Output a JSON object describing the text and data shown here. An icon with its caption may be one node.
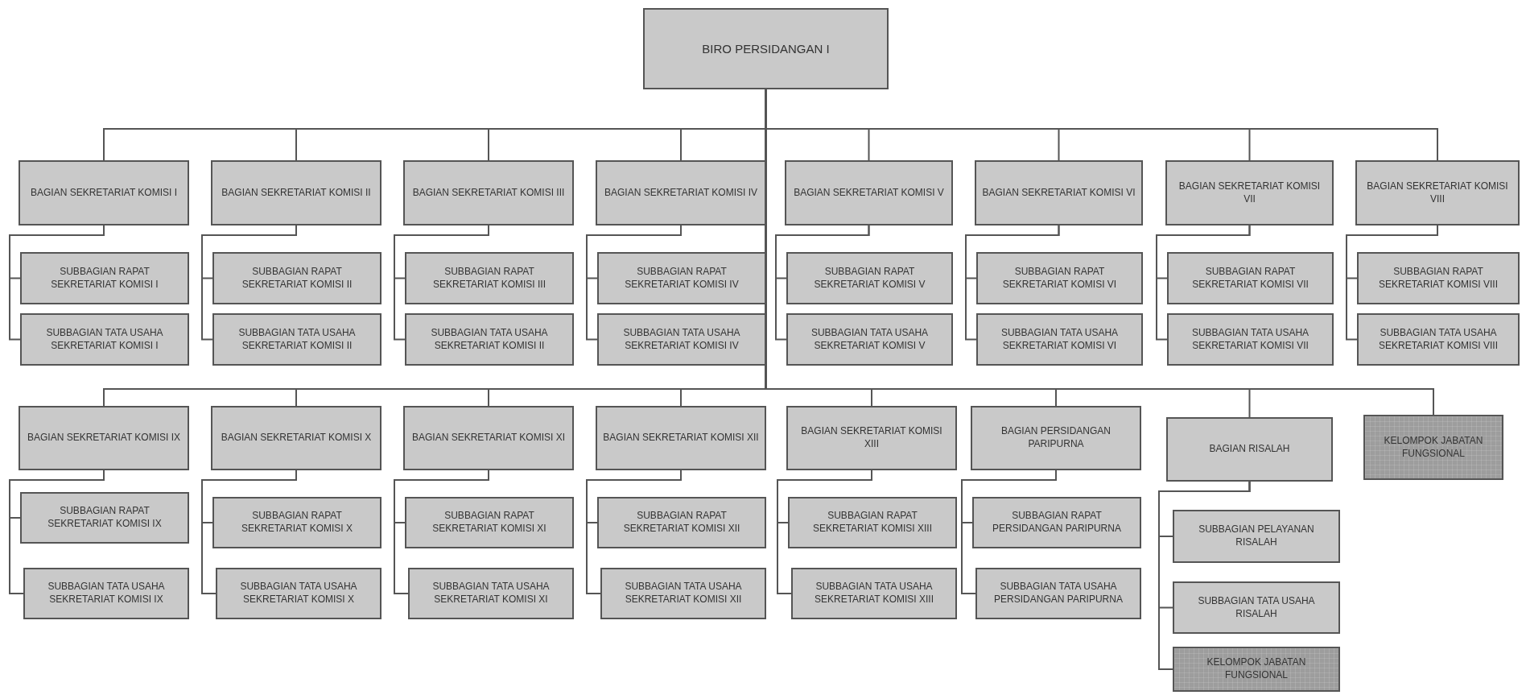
{
  "diagram": {
    "nodes": [
      {
        "text": [
          "BIRO PERSIDANGAN I"
        ]
      },
      {
        "text": [
          "BAGIAN SEKRETARIAT KOMISI I"
        ]
      },
      {
        "text": [
          "SUBBAGIAN RAPAT SEKRETARIAT KOMISI I"
        ]
      },
      {
        "text": [
          "SUBBAGIAN TATA USAHA SEKRETARIAT KOMISI I"
        ]
      },
      {
        "text": [
          "BAGIAN SEKRETARIAT KOMISI II"
        ]
      },
      {
        "text": [
          "SUBBAGIAN RAPAT SEKRETARIAT KOMISI II"
        ]
      },
      {
        "text": [
          "SUBBAGIAN TATA USAHA SEKRETARIAT KOMISI II"
        ]
      },
      {
        "text": [
          "BAGIAN SEKRETARIAT KOMISI III"
        ]
      },
      {
        "text": [
          "SUBBAGIAN RAPAT SEKRETARIAT KOMISI III"
        ]
      },
      {
        "text": [
          "SUBBAGIAN TATA USAHA SEKRETARIAT KOMISI II"
        ]
      },
      {
        "text": [
          "BAGIAN SEKRETARIAT KOMISI IV"
        ]
      },
      {
        "text": [
          "SUBBAGIAN RAPAT SEKRETARIAT KOMISI IV"
        ]
      },
      {
        "text": [
          "SUBBAGIAN TATA USAHA SEKRETARIAT KOMISI IV"
        ]
      },
      {
        "text": [
          "BAGIAN SEKRETARIAT KOMISI V"
        ]
      },
      {
        "text": [
          "SUBBAGIAN RAPAT SEKRETARIAT KOMISI V"
        ]
      },
      {
        "text": [
          "SUBBAGIAN TATA USAHA SEKRETARIAT KOMISI V"
        ]
      },
      {
        "text": [
          "BAGIAN SEKRETARIAT KOMISI VI"
        ]
      },
      {
        "text": [
          "SUBBAGIAN RAPAT SEKRETARIAT KOMISI VI"
        ]
      },
      {
        "text": [
          "SUBBAGIAN TATA USAHA SEKRETARIAT KOMISI VI"
        ]
      },
      {
        "text": [
          "BAGIAN SEKRETARIAT KOMISI VII"
        ]
      },
      {
        "text": [
          "SUBBAGIAN RAPAT SEKRETARIAT KOMISI VII"
        ]
      },
      {
        "text": [
          "SUBBAGIAN TATA USAHA SEKRETARIAT KOMISI VII"
        ]
      },
      {
        "text": [
          "BAGIAN SEKRETARIAT KOMISI VIII"
        ]
      },
      {
        "text": [
          "SUBBAGIAN RAPAT SEKRETARIAT KOMISI VIII"
        ]
      },
      {
        "text": [
          "SUBBAGIAN TATA USAHA SEKRETARIAT KOMISI VIII"
        ]
      },
      {
        "text": [
          "BAGIAN SEKRETARIAT KOMISI IX"
        ]
      },
      {
        "text": [
          "SUBBAGIAN RAPAT SEKRETARIAT KOMISI IX"
        ]
      },
      {
        "text": [
          "SUBBAGIAN TATA USAHA SEKRETARIAT KOMISI IX"
        ]
      },
      {
        "text": [
          "BAGIAN SEKRETARIAT KOMISI X"
        ]
      },
      {
        "text": [
          "SUBBAGIAN RAPAT SEKRETARIAT KOMISI X"
        ]
      },
      {
        "text": [
          "SUBBAGIAN TATA USAHA SEKRETARIAT KOMISI X"
        ]
      },
      {
        "text": [
          "BAGIAN SEKRETARIAT KOMISI XI"
        ]
      },
      {
        "text": [
          "SUBBAGIAN RAPAT SEKRETARIAT KOMISI XI"
        ]
      },
      {
        "text": [
          "SUBBAGIAN TATA USAHA SEKRETARIAT KOMISI XI"
        ]
      },
      {
        "text": [
          "BAGIAN SEKRETARIAT KOMISI XII"
        ]
      },
      {
        "text": [
          "SUBBAGIAN RAPAT SEKRETARIAT KOMISI XII"
        ]
      },
      {
        "text": [
          "SUBBAGIAN TATA USAHA SEKRETARIAT KOMISI XII"
        ]
      },
      {
        "text": [
          "BAGIAN SEKRETARIAT KOMISI XIII"
        ]
      },
      {
        "text": [
          "SUBBAGIAN RAPAT SEKRETARIAT KOMISI XIII"
        ]
      },
      {
        "text": [
          "SUBBAGIAN TATA USAHA SEKRETARIAT KOMISI XIII"
        ]
      },
      {
        "text": [
          "BAGIAN PERSIDANGAN PARIPURNA"
        ]
      },
      {
        "text": [
          "SUBBAGIAN RAPAT PERSIDANGAN PARIPURNA"
        ]
      },
      {
        "text": [
          "SUBBAGIAN TATA USAHA PERSIDANGAN PARIPURNA"
        ]
      },
      {
        "text": [
          "BAGIAN RISALAH"
        ]
      },
      {
        "text": [
          "SUBBAGIAN PELAYANAN RISALAH"
        ]
      },
      {
        "text": [
          "SUBBAGIAN TATA USAHA RISALAH"
        ]
      },
      {
        "text": [
          "KELOMPOK JABATAN FUNGSIONAL"
        ]
      },
      {
        "text": [
          "KELOMPOK JABATAN FUNGSIONAL"
        ]
      }
    ],
    "edges": [
      {
        "from": 0,
        "to": 1,
        "arrow": "none"
      },
      {
        "from": 1,
        "to": 2,
        "arrow": "none"
      },
      {
        "from": 1,
        "to": 3,
        "arrow": "none"
      },
      {
        "from": 0,
        "to": 4,
        "arrow": "none"
      },
      {
        "from": 4,
        "to": 5,
        "arrow": "none"
      },
      {
        "from": 4,
        "to": 6,
        "arrow": "none"
      },
      {
        "from": 0,
        "to": 7,
        "arrow": "none"
      },
      {
        "from": 7,
        "to": 8,
        "arrow": "none"
      },
      {
        "from": 7,
        "to": 9,
        "arrow": "none"
      },
      {
        "from": 0,
        "to": 10,
        "arrow": "none"
      },
      {
        "from": 10,
        "to": 11,
        "arrow": "none"
      },
      {
        "from": 10,
        "to": 12,
        "arrow": "none"
      },
      {
        "from": 0,
        "to": 13,
        "arrow": "none"
      },
      {
        "from": 13,
        "to": 14,
        "arrow": "none"
      },
      {
        "from": 13,
        "to": 15,
        "arrow": "none"
      },
      {
        "from": 0,
        "to": 16,
        "arrow": "none"
      },
      {
        "from": 16,
        "to": 17,
        "arrow": "none"
      },
      {
        "from": 16,
        "to": 18,
        "arrow": "none"
      },
      {
        "from": 0,
        "to": 19,
        "arrow": "none"
      },
      {
        "from": 19,
        "to": 20,
        "arrow": "none"
      },
      {
        "from": 19,
        "to": 21,
        "arrow": "none"
      },
      {
        "from": 0,
        "to": 22,
        "arrow": "none"
      },
      {
        "from": 22,
        "to": 23,
        "arrow": "none"
      },
      {
        "from": 22,
        "to": 24,
        "arrow": "none"
      },
      {
        "from": 0,
        "to": 25,
        "arrow": "none"
      },
      {
        "from": 25,
        "to": 26,
        "arrow": "none"
      },
      {
        "from": 25,
        "to": 27,
        "arrow": "none"
      },
      {
        "from": 0,
        "to": 28,
        "arrow": "none"
      },
      {
        "from": 28,
        "to": 29,
        "arrow": "none"
      },
      {
        "from": 28,
        "to": 30,
        "arrow": "none"
      },
      {
        "from": 0,
        "to": 31,
        "arrow": "none"
      },
      {
        "from": 31,
        "to": 32,
        "arrow": "none"
      },
      {
        "from": 31,
        "to": 33,
        "arrow": "none"
      },
      {
        "from": 0,
        "to": 34,
        "arrow": "none"
      },
      {
        "from": 34,
        "to": 35,
        "arrow": "none"
      },
      {
        "from": 34,
        "to": 36,
        "arrow": "none"
      },
      {
        "from": 0,
        "to": 37,
        "arrow": "none"
      },
      {
        "from": 37,
        "to": 38,
        "arrow": "none"
      },
      {
        "from": 37,
        "to": 39,
        "arrow": "none"
      },
      {
        "from": 0,
        "to": 40,
        "arrow": "none"
      },
      {
        "from": 40,
        "to": 41,
        "arrow": "none"
      },
      {
        "from": 40,
        "to": 42,
        "arrow": "none"
      },
      {
        "from": 0,
        "to": 43,
        "arrow": "none"
      },
      {
        "from": 43,
        "to": 44,
        "arrow": "none"
      },
      {
        "from": 43,
        "to": 45,
        "arrow": "none"
      },
      {
        "from": 43,
        "to": 46,
        "arrow": "none"
      },
      {
        "from": 0,
        "to": 47,
        "arrow": "none"
      }
    ]
  }
}
